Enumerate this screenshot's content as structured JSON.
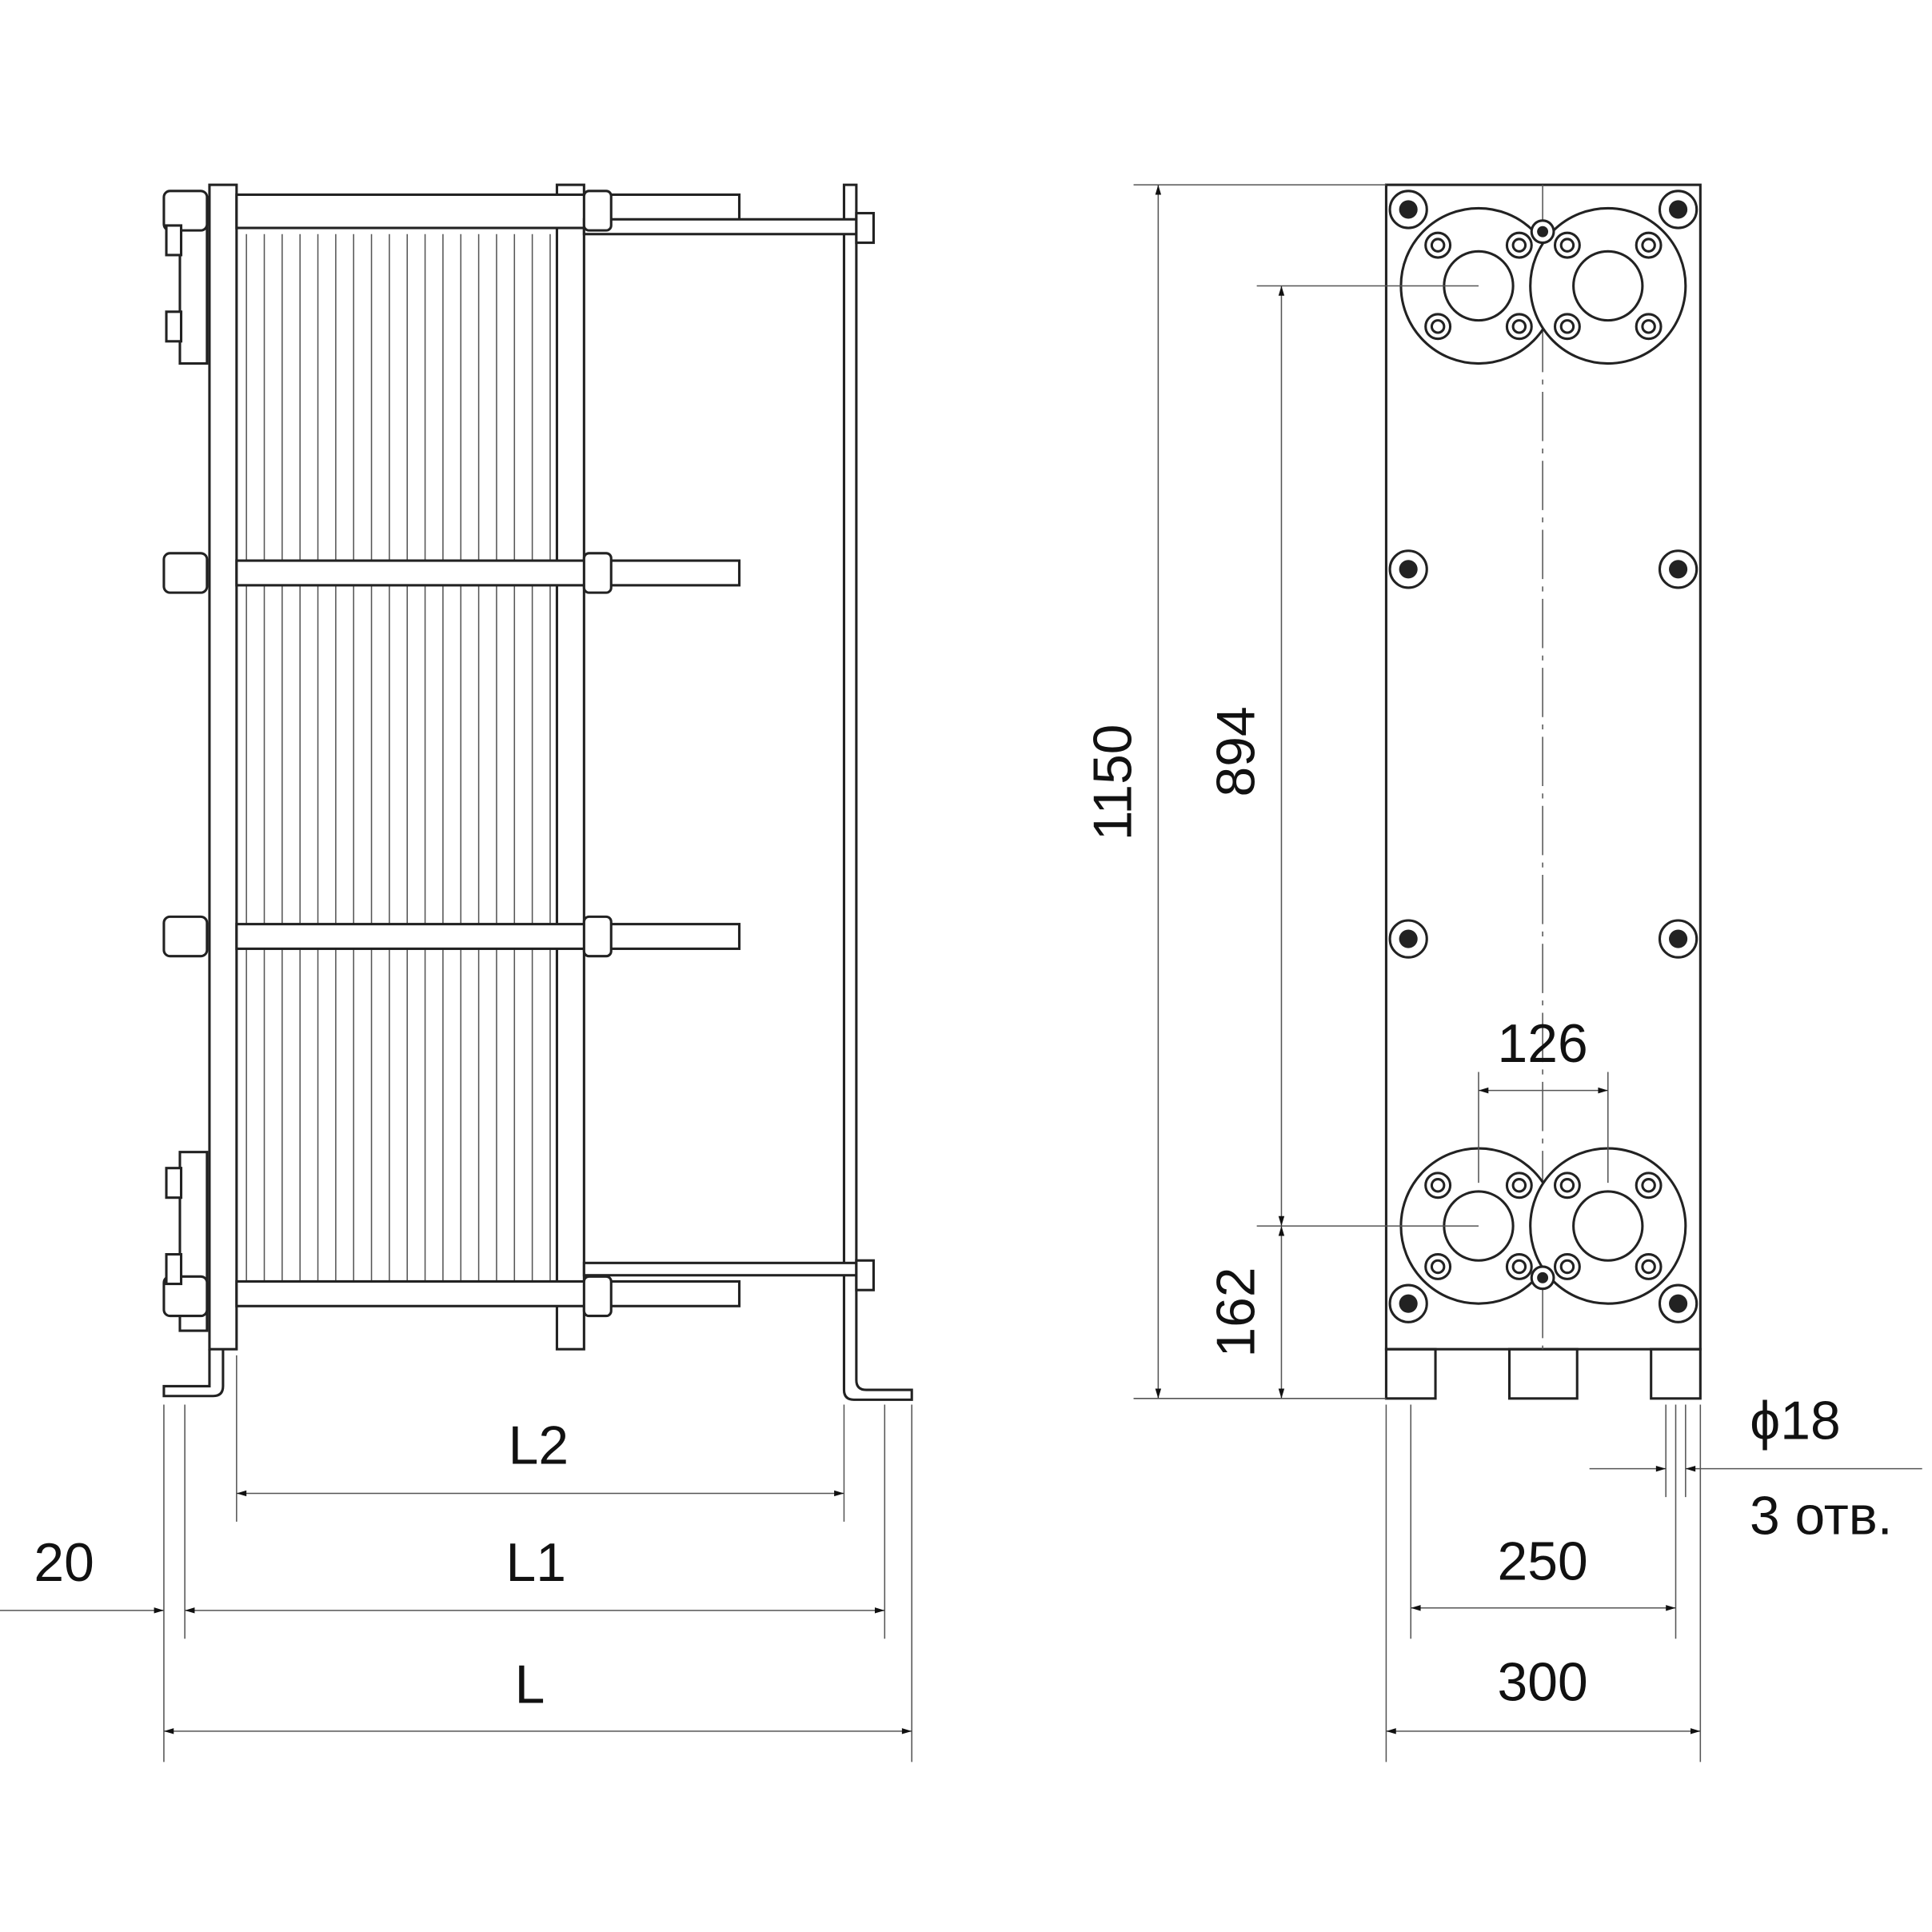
{
  "drawing": {
    "side_view": {
      "dimensions": {
        "l2": "L2",
        "l1": "L1",
        "l": "L",
        "offset": "20"
      }
    },
    "front_view": {
      "dimensions": {
        "height_total": "1150",
        "port_spacing_vertical": "894",
        "port_bottom_offset": "162",
        "port_spacing_horizontal": "126",
        "foot_hole_spacing": "250",
        "width": "300",
        "hole_diameter": "ϕ18",
        "hole_count": "3 отв."
      }
    },
    "colors": {
      "line": "#222222",
      "background": "#ffffff"
    }
  }
}
